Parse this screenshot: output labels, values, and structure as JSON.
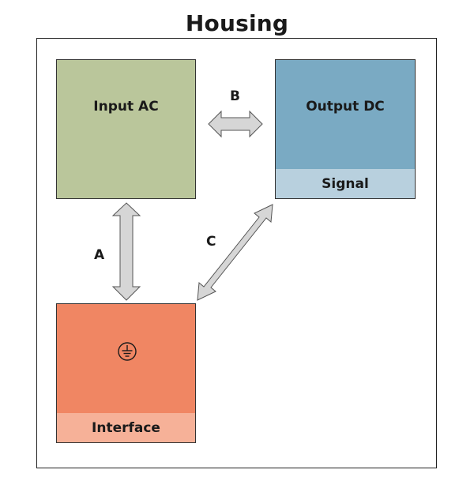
{
  "title": "Housing",
  "blocks": {
    "input_ac": {
      "label": "Input AC",
      "color": "#bac69b"
    },
    "output_dc": {
      "label": "Output DC",
      "color": "#7aaac3",
      "strip_label": "Signal",
      "strip_color": "#b8d0de"
    },
    "interface": {
      "strip_label": "Interface",
      "color": "#f08663",
      "strip_color": "#f6b198",
      "icon": "ground-icon"
    }
  },
  "arrows": {
    "a": {
      "label": "A"
    },
    "b": {
      "label": "B"
    },
    "c": {
      "label": "C"
    },
    "fill": "#d6d6d6",
    "stroke": "#555555"
  }
}
